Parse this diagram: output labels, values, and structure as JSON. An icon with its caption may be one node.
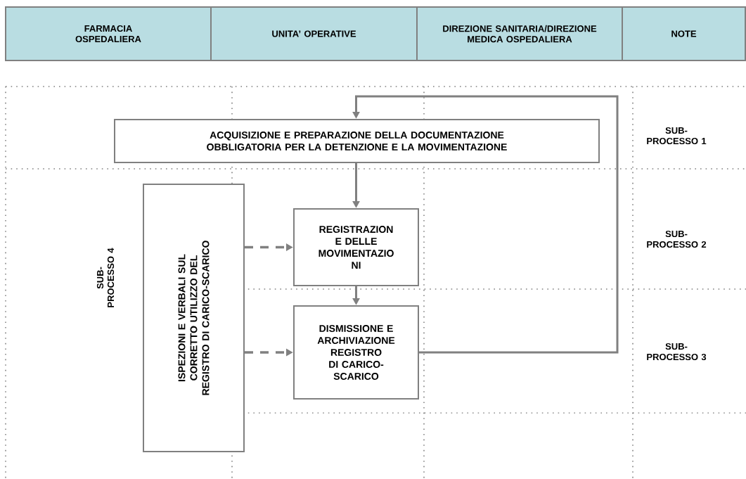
{
  "diagram": {
    "nodes": [
      {
        "text": [
          "FARMACIA OSPEDALIERA"
        ]
      },
      {
        "text": [
          "UNITA’ OPERATIVE"
        ]
      },
      {
        "text": [
          "DIREZIONE SANITARIA/DIREZIONE MEDICA OSPEDALIERA"
        ]
      },
      {
        "text": [
          "NOTE"
        ]
      },
      {
        "text": [
          "ACQUISIZIONE E PREPARAZIONE DELLA DOCUMENTAZIONE OBBLIGATORIA PER LA DETENZIONE E LA MOVIMENTAZIONE"
        ]
      },
      {
        "text": [
          "ISPEZIONI E VERBALI SUL CORRETTO UTILIZZO DEL REGISTRO DI CARICO-SCARICO"
        ]
      },
      {
        "text": [
          "REGISTRAZION E DELLE MOVIMENTAZIO NI"
        ]
      },
      {
        "text": [
          "DISMISSIONE E ARCHIVIAZIONE REGISTRO DI CARICO- SCARICO"
        ]
      }
    ],
    "edges": [
      {
        "from": 7,
        "to": 4,
        "arrow": "to"
      },
      {
        "from": 4,
        "to": 6,
        "arrow": "to"
      },
      {
        "from": 6,
        "to": 7,
        "arrow": "to"
      },
      {
        "from": 5,
        "to": 6,
        "arrow": "to",
        "style": "dashed"
      },
      {
        "from": 5,
        "to": 7,
        "arrow": "to",
        "style": "dashed"
      }
    ],
    "labels": [
      "SUB- PROCESSO 1",
      "SUB- PROCESSO 2",
      "SUB- PROCESSO 4",
      "SUB- PROCESSO 3"
    ]
  }
}
